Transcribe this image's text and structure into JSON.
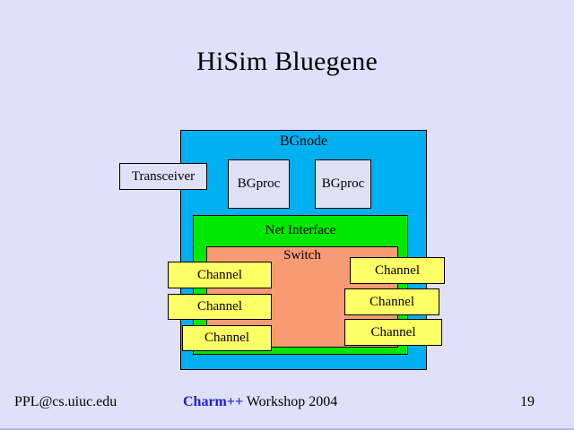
{
  "slide": {
    "title": "HiSim Bluegene",
    "page_number": "19",
    "background_color": "#e0e0fb"
  },
  "diagram": {
    "bgnode": {
      "label": "BGnode",
      "color": "#00b0f0"
    },
    "transceiver": {
      "label": "Transceiver",
      "color": "#e0e0f8"
    },
    "processors": [
      {
        "label": "BGproc",
        "color": "#e0e0f8"
      },
      {
        "label": "BGproc",
        "color": "#e0e0f8"
      }
    ],
    "net_interface": {
      "label": "Net Interface",
      "color": "#00e800"
    },
    "switch": {
      "label": "Switch",
      "color": "#f89b74"
    },
    "channels_left": [
      {
        "label": "Channel",
        "color": "#ffff66"
      },
      {
        "label": "Channel",
        "color": "#ffff66"
      },
      {
        "label": "Channel",
        "color": "#ffff66"
      }
    ],
    "channels_right": [
      {
        "label": "Channel",
        "color": "#ffff66"
      },
      {
        "label": "Channel",
        "color": "#ffff66"
      },
      {
        "label": "Channel",
        "color": "#ffff66"
      }
    ]
  },
  "footer": {
    "email": "PPL@cs.uiuc.edu",
    "brand": "Charm++",
    "event": " Workshop 2004",
    "brand_color": "#2020cc",
    "page": "19"
  }
}
